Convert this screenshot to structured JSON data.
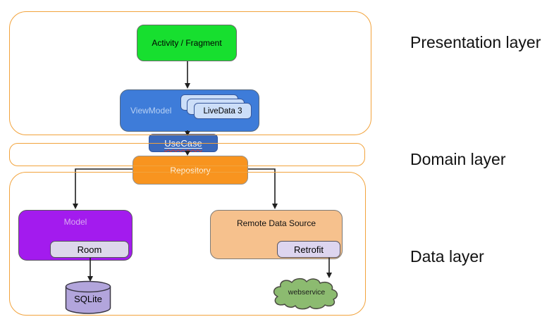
{
  "layers": {
    "presentation": {
      "label": "Presentation layer"
    },
    "domain": {
      "label": "Domain layer"
    },
    "data": {
      "label": "Data layer"
    }
  },
  "nodes": {
    "activity": {
      "label": "Activity / Fragment",
      "color": "#17df2f"
    },
    "viewmodel": {
      "label": "ViewModel",
      "color": "#3e7cd9"
    },
    "livedata": {
      "label": "LiveData 3",
      "color": "#ccdef8"
    },
    "usecase": {
      "label": "UseCase",
      "color": "#3a69bc"
    },
    "repository": {
      "label": "Repository",
      "color": "#f8941f"
    },
    "model": {
      "label": "Model",
      "color": "#a31bee"
    },
    "room": {
      "label": "Room",
      "color": "#ddd7eb"
    },
    "sqlite": {
      "label": "SQLite",
      "color": "#b2a5dc"
    },
    "remote_data_source": {
      "label": "Remote Data Source",
      "color": "#f6c18d"
    },
    "retrofit": {
      "label": "Retrofit",
      "color": "#ddd5ef"
    },
    "webservice": {
      "label": "webservice",
      "color": "#8cbb70"
    }
  },
  "accents": {
    "layer_border": "#f2a33c",
    "spellcheck_underline": "#d93025",
    "arrow": "#1f1f1f"
  }
}
